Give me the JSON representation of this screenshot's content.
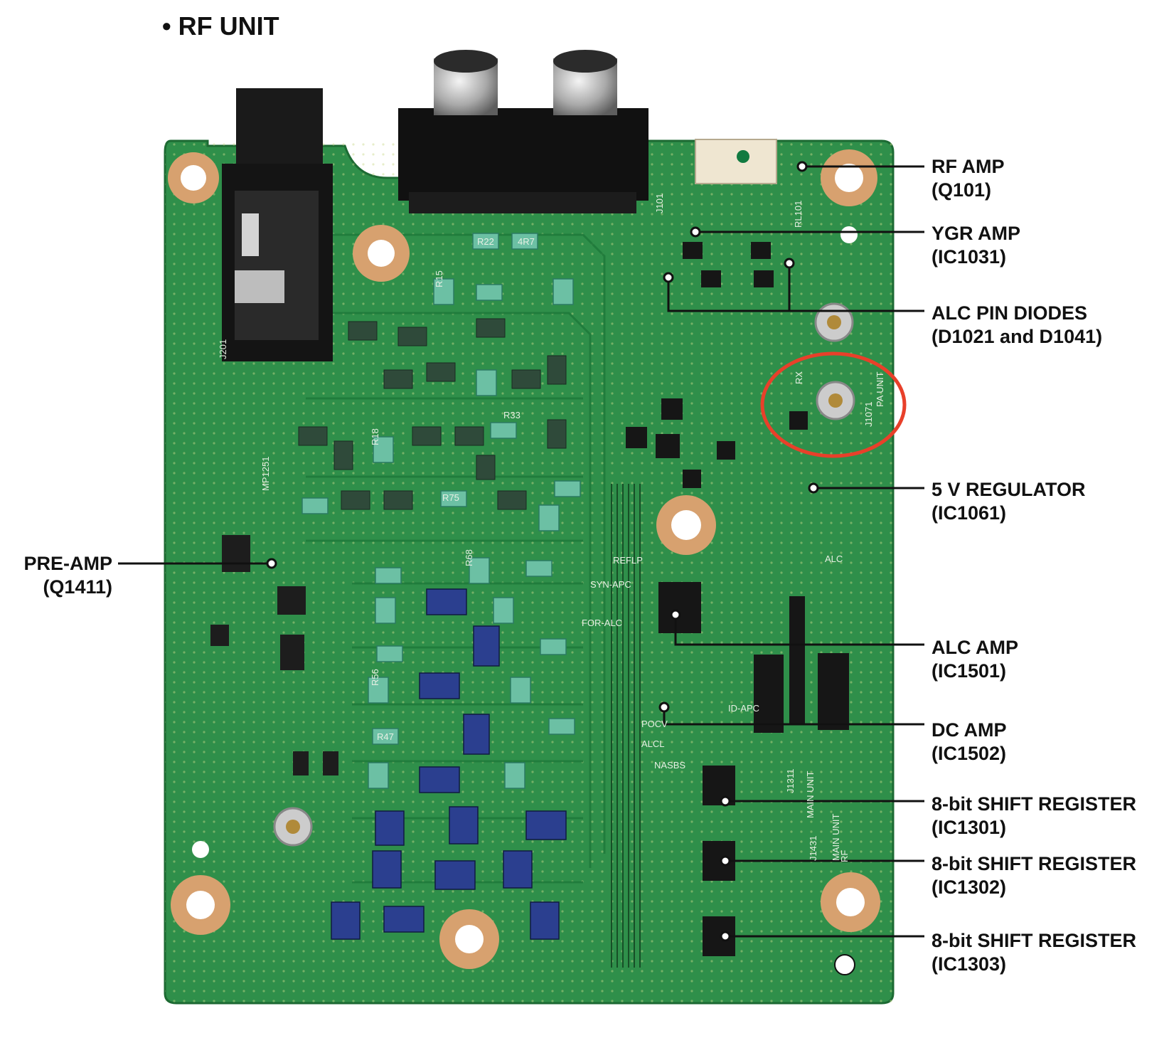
{
  "title": "• RF UNIT",
  "colors": {
    "board": "#2f8f4a",
    "board_dark": "#1f6e35",
    "highlight_circle": "#e8402a",
    "label": "#111111"
  },
  "board": {
    "silkscreen": [
      "J201",
      "J101",
      "RL101",
      "MP1251",
      "J1431",
      "MAIN UNIT",
      "J1071",
      "PA UNIT",
      "J1311",
      "MAIN UNIT",
      "RX",
      "REFLP",
      "SYN-APC",
      "FOR-ALC",
      "ID-APC",
      "POCV",
      "ALCL",
      "NASBS",
      "ALC",
      "RF",
      "R22",
      "R15",
      "R33",
      "R18",
      "R75",
      "R68",
      "R56",
      "R47",
      "4R7"
    ]
  },
  "callouts": [
    {
      "name": "RF AMP",
      "part": "(Q101)"
    },
    {
      "name": "YGR AMP",
      "part": "(IC1031)"
    },
    {
      "name": "ALC PIN DIODES",
      "part": "(D1021 and D1041)"
    },
    {
      "name": "5 V REGULATOR",
      "part": "(IC1061)"
    },
    {
      "name": "ALC AMP",
      "part": "(IC1501)"
    },
    {
      "name": "DC AMP",
      "part": "(IC1502)"
    },
    {
      "name": "8-bit SHIFT REGISTER",
      "part": "(IC1301)"
    },
    {
      "name": "8-bit SHIFT REGISTER",
      "part": "(IC1302)"
    },
    {
      "name": "8-bit SHIFT REGISTER",
      "part": "(IC1303)"
    },
    {
      "name": "PRE-AMP",
      "part": "(Q1411)"
    }
  ]
}
